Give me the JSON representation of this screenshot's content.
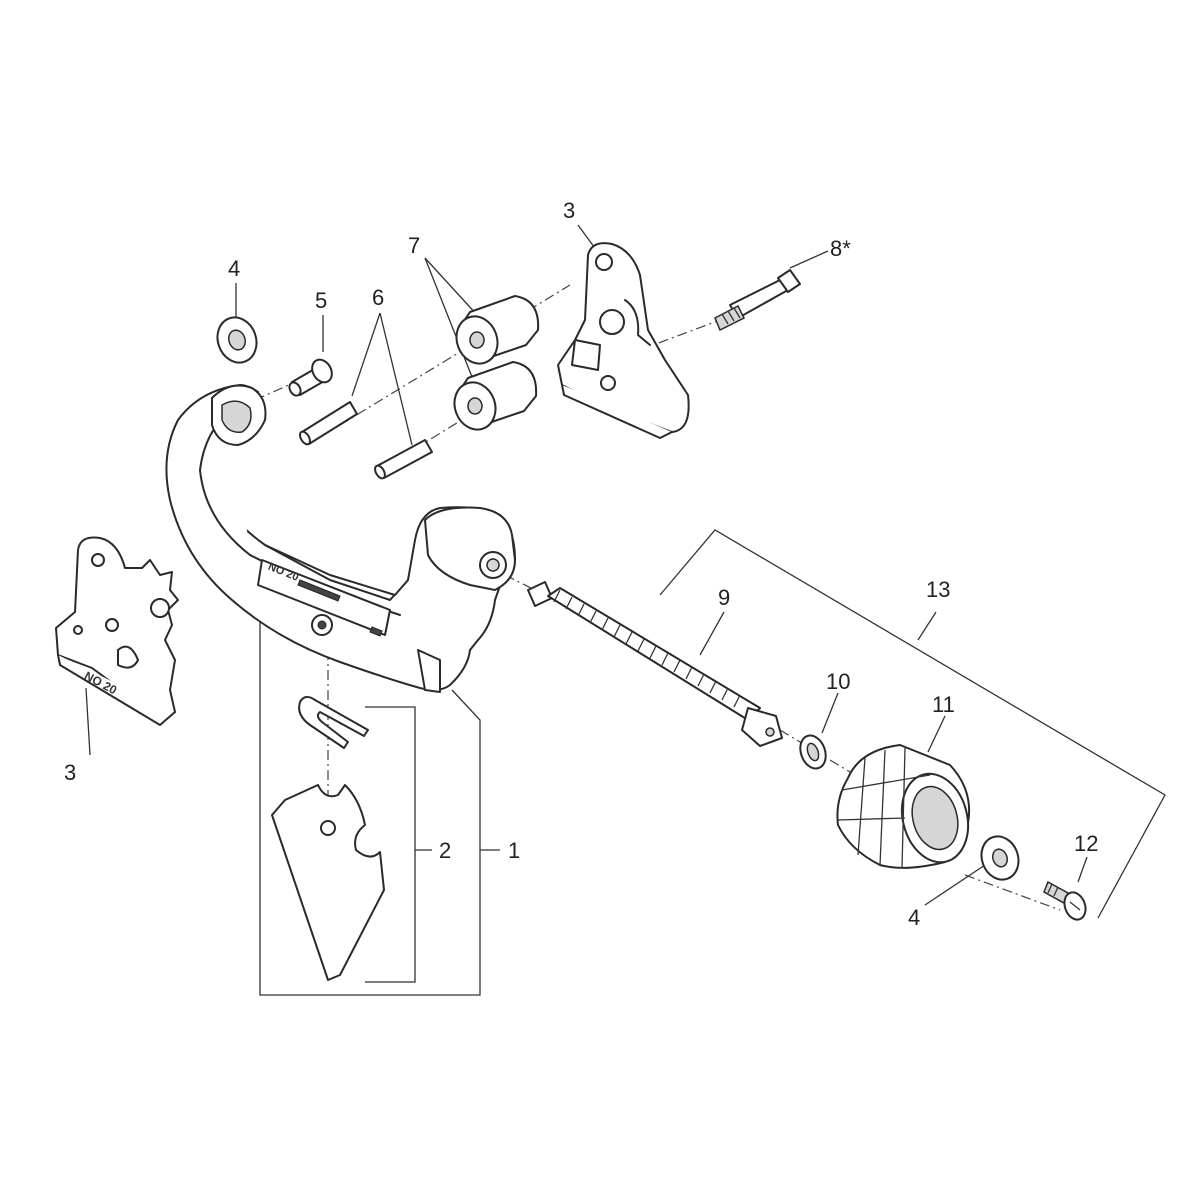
{
  "callouts": {
    "c1": "1",
    "c2": "2",
    "c3a": "3",
    "c3b": "3",
    "c4a": "4",
    "c4b": "4",
    "c5": "5",
    "c6": "6",
    "c7": "7",
    "c8": "8*",
    "c9": "9",
    "c10": "10",
    "c11": "11",
    "c12": "12",
    "c13": "13"
  },
  "parts": {
    "frame_embossed_label": "NO 20",
    "end_plate_embossed_label": "NO 20"
  }
}
